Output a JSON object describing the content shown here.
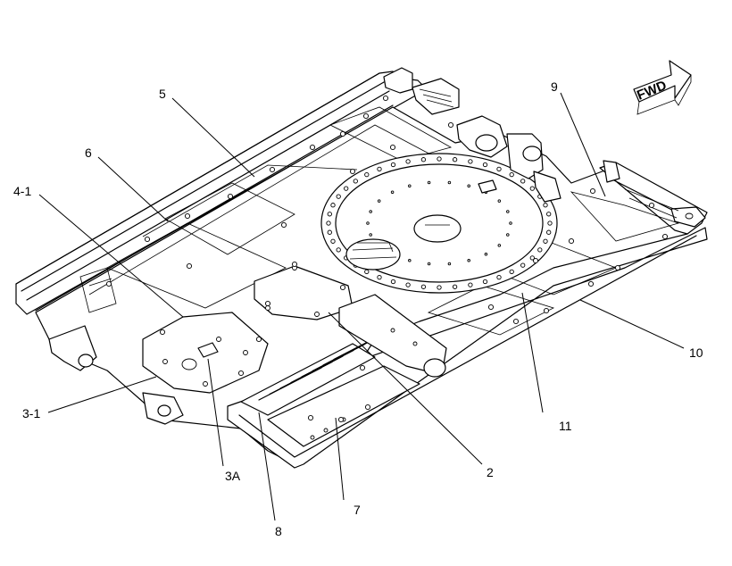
{
  "direction_arrow": {
    "label": "FWD"
  },
  "callouts": [
    {
      "id": "5",
      "label": "5"
    },
    {
      "id": "6",
      "label": "6"
    },
    {
      "id": "4-1",
      "label": "4-1"
    },
    {
      "id": "9",
      "label": "9"
    },
    {
      "id": "10",
      "label": "10"
    },
    {
      "id": "11",
      "label": "11"
    },
    {
      "id": "2",
      "label": "2"
    },
    {
      "id": "3-1",
      "label": "3-1"
    },
    {
      "id": "3A",
      "label": "3A"
    },
    {
      "id": "7",
      "label": "7"
    },
    {
      "id": "8",
      "label": "8"
    }
  ],
  "colors": {
    "line": "#000000",
    "background": "#ffffff"
  }
}
